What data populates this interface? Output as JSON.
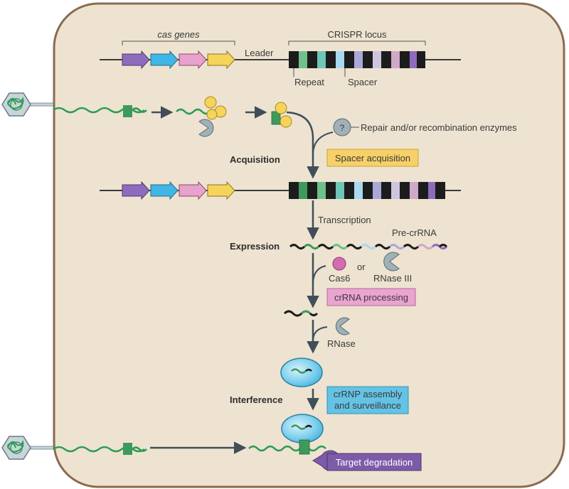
{
  "labels": {
    "cas_genes": "cas genes",
    "crispr_locus": "CRISPR locus",
    "leader": "Leader",
    "repeat": "Repeat",
    "spacer": "Spacer",
    "repair_enzymes": "Repair and/or recombination enzymes",
    "unknown_factor": "?",
    "transcription": "Transcription",
    "pre_crrna": "Pre-crRNA",
    "cas6": "Cas6",
    "or": "or",
    "rnase_iii": "RNase III",
    "rnase": "RNase"
  },
  "stages": {
    "acquisition": "Acquisition",
    "expression": "Expression",
    "interference": "Interference"
  },
  "boxes": {
    "spacer_acquisition": "Spacer acquisition",
    "crrna_processing": "crRNA processing",
    "crrnp_assembly_line1": "crRNP assembly",
    "crrnp_assembly_line2": "and surveillance",
    "target_degradation": "Target degradation"
  },
  "colors": {
    "cell_fill": "#ede3d0",
    "cell_border": "#8a6b50",
    "spacer_acquisition_box": "#f7d06a",
    "crrna_processing_box": "#e9a4cf",
    "crrnp_box": "#64c3e5",
    "target_degradation_box": "#7d5ba8",
    "gene_purple": "#8e6cbd",
    "gene_blue": "#3fb6e6",
    "gene_pink": "#e7a3cd",
    "gene_yellow": "#f6d45c",
    "repeat_black": "#1c1c1c",
    "phage_dna_green": "#2e9a55",
    "protospacer_green": "#3e9a5b",
    "nuclease_gray": "#9fb1b6",
    "complex_cyan": "#4fbde3",
    "cas6_pink": "#d36db0"
  }
}
